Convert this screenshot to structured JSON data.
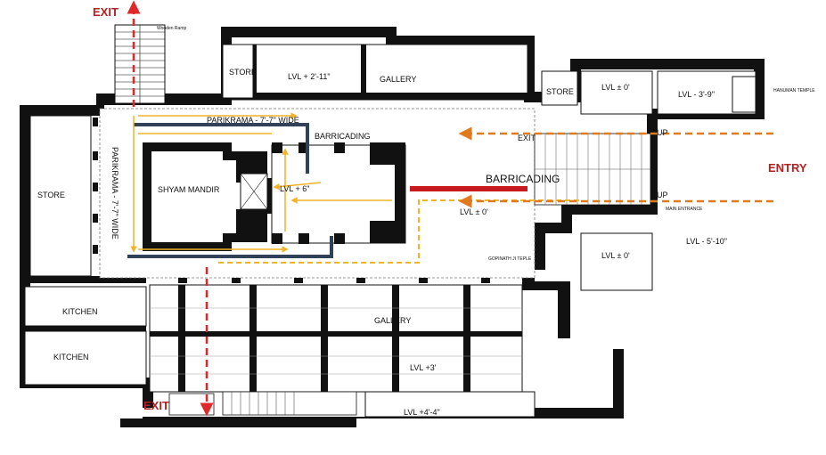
{
  "labels": {
    "exit_top": "EXIT",
    "exit_bottom": "EXIT",
    "entry": "ENTRY",
    "wooden_ramp": "Wooden Ramp",
    "store_left": "STORE",
    "store_top": "STORE",
    "store_right": "STORE",
    "lvl_top": "LVL + 2'-11\"",
    "gallery_top": "GALLERY",
    "lvl_pm0_tr": "LVL ± 0'",
    "lvl_m39": "LVL - 3'-9\"",
    "hanuman": "HANUMAN TEMPLE",
    "parikrama_top": "PARIKRAMA - 7'-7\" WIDE",
    "parikrama_side": "PARIKRAMA - 7'-7\" WIDE",
    "barricading_inner": "BARRICADING",
    "barricading_main": "BARRICADING",
    "shyam_mandir": "SHYAM MANDIR",
    "lvl_p6": "LVL + 6\"",
    "lvl_pm0_center": "LVL ± 0'",
    "exit_small": "EXIT",
    "up1": "UP",
    "up2": "UP",
    "main_entrance": "MAIN ENTRANCE",
    "lvl_m510": "LVL - 5'-10\"",
    "gopinath": "GOPINATH JI TEPLE",
    "lvl_pm0_right": "LVL ± 0'",
    "kitchen1": "KITCHEN",
    "kitchen2": "KITCHEN",
    "gallery_bottom": "GALLERY",
    "lvl_p3": "LVL +3'",
    "lvl_p44": "LVL +4'-4\""
  }
}
